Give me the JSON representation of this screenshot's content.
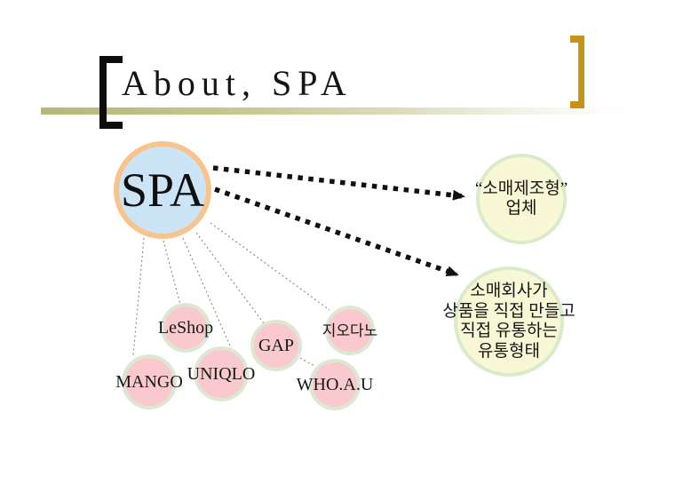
{
  "slide": {
    "title": "About, SPA"
  },
  "diagram": {
    "hub": {
      "label": "SPA"
    },
    "brands": [
      {
        "label": "LeShop"
      },
      {
        "label": "MANGO"
      },
      {
        "label": "UNIQLO"
      },
      {
        "label": "GAP"
      },
      {
        "label": "지오다노"
      },
      {
        "label": "WHO.A.U"
      }
    ],
    "outcomes": [
      {
        "lines": [
          "“소매제조형”",
          "업체"
        ]
      },
      {
        "lines": [
          "소매회사가",
          "상품을 직접 만들고",
          "직접 유통하는",
          "유통형태"
        ]
      }
    ]
  },
  "colors": {
    "hub_fill": "#cbe5f7",
    "hub_border": "#f7c48c",
    "brand_fill": "#f9c9cd",
    "brand_border": "#dbe9d3",
    "outcome_fill": "#f8f8d7",
    "outcome_border": "#d9ebc9",
    "accent_gold": "#c79216",
    "rule_olive": "#b7b778",
    "arrow_black": "#111111",
    "dotted_gray": "#8f8f8f"
  }
}
